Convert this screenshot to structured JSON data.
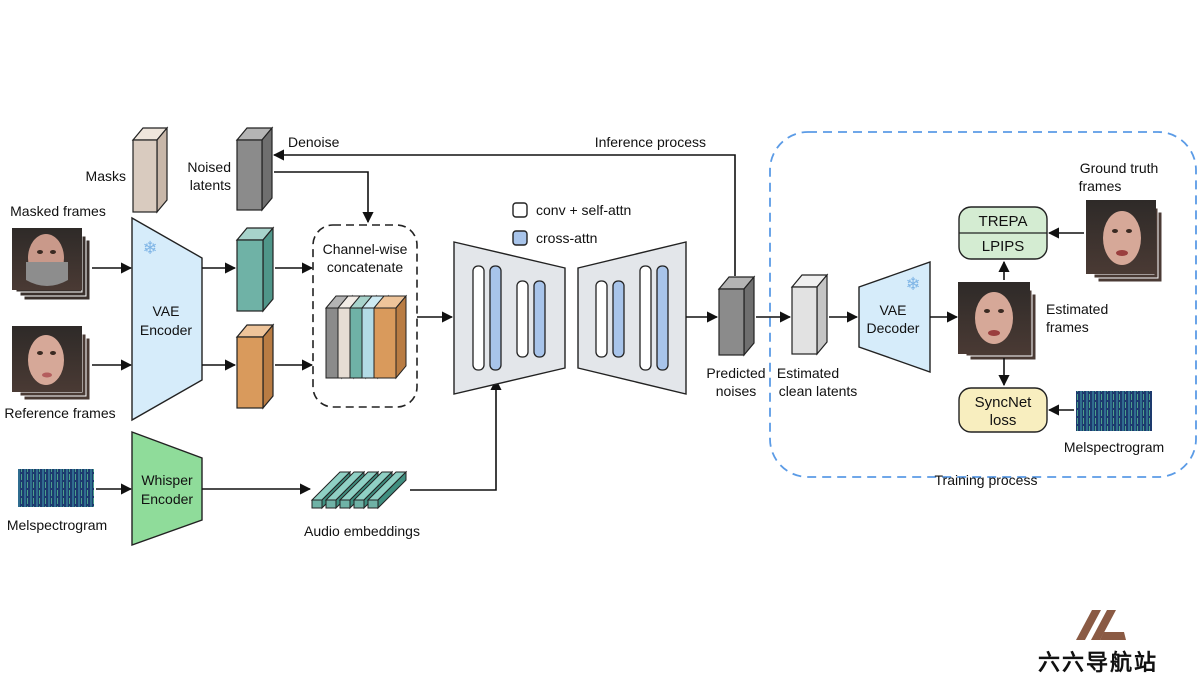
{
  "labels": {
    "masks": "Masks",
    "noised_latents_1": "Noised",
    "noised_latents_2": "latents",
    "denoise": "Denoise",
    "inference_process": "Inference process",
    "masked_frames": "Masked frames",
    "reference_frames": "Reference frames",
    "melspectrogram_left": "Melspectrogram",
    "vae_encoder_1": "VAE",
    "vae_encoder_2": "Encoder",
    "whisper_encoder_1": "Whisper",
    "whisper_encoder_2": "Encoder",
    "channel_wise_1": "Channel-wise",
    "channel_wise_2": "concatenate",
    "audio_embeddings": "Audio embeddings",
    "legend_conv": "conv + self-attn",
    "legend_cross": "cross-attn",
    "predicted_noises_1": "Predicted",
    "predicted_noises_2": "noises",
    "estimated_clean_1": "Estimated",
    "estimated_clean_2": "clean latents",
    "vae_decoder_1": "VAE",
    "vae_decoder_2": "Decoder",
    "ground_truth_1": "Ground truth",
    "ground_truth_2": "frames",
    "trepa": "TREPA",
    "lpips": "LPIPS",
    "estimated_frames_1": "Estimated",
    "estimated_frames_2": "frames",
    "syncnet_1": "SyncNet",
    "syncnet_2": "loss",
    "melspectrogram_right": "Melspectrogram",
    "training_process": "Training process"
  },
  "watermark": {
    "text": "六六导航站",
    "logo_letters": "//L"
  },
  "colors": {
    "vae": "#d6ecfa",
    "whisper": "#8fdc9a",
    "teal_latent": "#6fb2a6",
    "orange_latent": "#d99a5c",
    "gray_latent": "#8b8b8b",
    "mask_latent": "#d9cbbf",
    "unet": "#e3e6ea",
    "cross_attn": "#a8c4ea",
    "trepa_box": "#d4ecd2",
    "syncnet_box": "#f8eebf",
    "training_border": "#5b9be6",
    "watermark_logo": "#8a5a44"
  }
}
